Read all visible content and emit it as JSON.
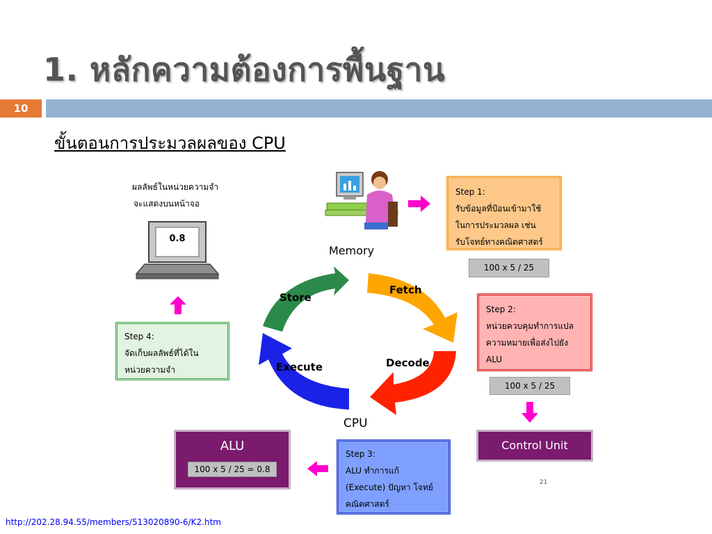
{
  "title": "1. หลักความต้องการพื้นฐาน",
  "slide_number": "10",
  "subtitle": "ขั้นตอนการประมวลผลของ CPU",
  "display_note": [
    "ผลลัพธ์ในหน่วยความจำ",
    "จะแสดงบนหน้าจอ"
  ],
  "monitor_value": "0.8",
  "memory_label": "Memory",
  "cpu_label": "CPU",
  "cycle": {
    "fetch": "Fetch",
    "decode": "Decode",
    "execute": "Execute",
    "store": "Store"
  },
  "step1": {
    "heading": "Step 1:",
    "lines": [
      "รับข้อมูลที่ป้อนเข้ามาใช้",
      "ในการประมวลผล เช่น",
      "รับโจทย์ทางคณิตศาสตร์"
    ]
  },
  "step1_value": "100 x 5 / 25",
  "step2": {
    "heading": "Step 2:",
    "lines": [
      "หน่วยควบคุมทำการแปล",
      "ความหมายเพื่อส่งไปยัง",
      "ALU"
    ]
  },
  "step2_value": "100 x 5 / 25",
  "control_unit": "Control Unit",
  "step3": {
    "heading": "Step 3:",
    "lines": [
      "ALU ทำการแก้",
      "(Execute) ปัญหา โจทย์",
      "คณิตศาสตร์"
    ]
  },
  "alu": {
    "label": "ALU",
    "value": "100 x 5 / 25 = 0.8"
  },
  "step4": {
    "heading": "Step 4:",
    "lines": [
      "จัดเก็บผลลัพธ์ที่ได้ใน",
      "หน่วยความจำ"
    ]
  },
  "page_mark": "21",
  "footer_url": "http://202.28.94.55/members/513020890-6/K2.htm",
  "colors": {
    "orange_accent": "#e47a34",
    "blue_bar": "#95b3d1",
    "purple": "#7a1b6e",
    "magenta_arrow": "#ff00cc"
  }
}
